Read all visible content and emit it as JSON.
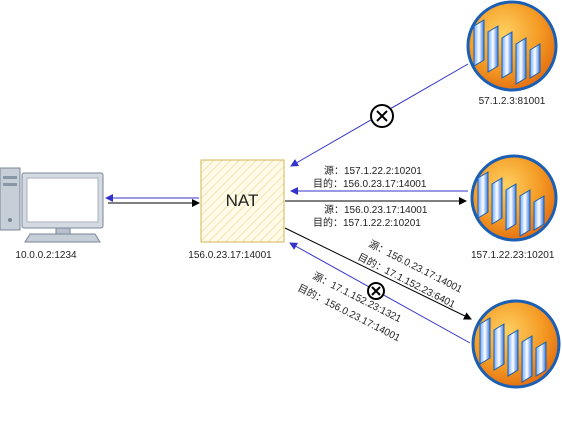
{
  "nat": {
    "label": "NAT",
    "address": "156.0.23.17:14001"
  },
  "client": {
    "address": "10.0.0.2:1234"
  },
  "servers": {
    "top": {
      "address": "57.1.2.3:81001"
    },
    "middle": {
      "address": "157.1.22.23:10201"
    }
  },
  "packets": {
    "mid_inbound": {
      "src": "源：157.1.22.2:10201",
      "dst": "目的：156.0.23.17:14001"
    },
    "mid_outbound": {
      "src": "源：156.0.23.17:14001",
      "dst": "目的：157.1.22.2:10201"
    },
    "bottom_outbound": {
      "src": "源：156.0.23.17:14001",
      "dst": "目的：17.1.152.23:6401"
    },
    "bottom_inbound": {
      "src": "源：17.1.152.23:1321",
      "dst": "目的：156.0.23.17:14001"
    }
  },
  "icons": [
    "server-rack-icon",
    "desktop-computer-icon",
    "blocked-x-icon"
  ],
  "colors": {
    "nat_fill": "#fff9e3",
    "nat_border": "#d6b656",
    "blocked_arrow": "#3333cc",
    "server_orange": "#f49a24",
    "server_blue": "#1a5fb4"
  }
}
